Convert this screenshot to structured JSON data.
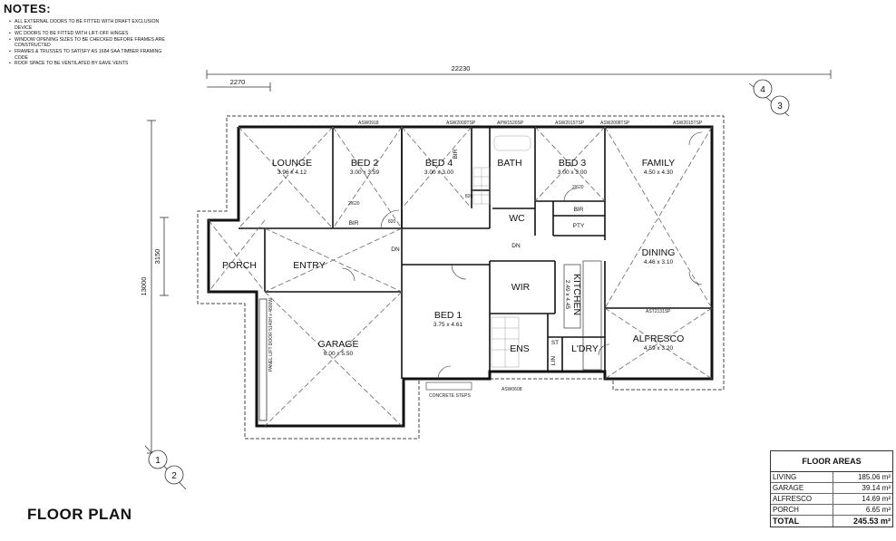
{
  "notes": {
    "title": "NOTES:",
    "items": [
      "ALL EXTERNAL DOORS TO BE FITTED WITH DRAFT EXCLUSION DEVICE",
      "WC DOORS TO BE FITTED WITH LIFT-OFF HINGES",
      "WINDOW OPENING SIZES TO BE CHECKED BEFORE FRAMES ARE CONSTRUCTED",
      "FRAMES & TRUSSES TO SATISFY AS 1684 SAA TIMBER FRAMING CODE",
      "ROOF SPACE TO BE VENTILATED BY EAVE VENTS"
    ]
  },
  "dimensions": {
    "overall_width": "22230",
    "porch_width": "2270",
    "overall_depth": "13000",
    "porch_depth": "3150"
  },
  "rooms": {
    "lounge": {
      "name": "LOUNGE",
      "size": "3.96 x 4.12"
    },
    "bed2": {
      "name": "BED 2",
      "size": "3.00 x 3.59"
    },
    "bed4": {
      "name": "BED 4",
      "size": "3.00 x 3.00"
    },
    "bath": {
      "name": "BATH"
    },
    "bed3": {
      "name": "BED 3",
      "size": "3.00 x 3.00"
    },
    "family": {
      "name": "FAMILY",
      "size": "4.50 x 4.30"
    },
    "dining": {
      "name": "DINING",
      "size": "4.46 x 3.10"
    },
    "alfresco": {
      "name": "ALFRESCO",
      "size": "4.59 x 3.20"
    },
    "bed1": {
      "name": "BED 1",
      "size": "3.75 x 4.61"
    },
    "garage": {
      "name": "GARAGE",
      "size": "6.00 x 5.50"
    },
    "porch": {
      "name": "PORCH"
    },
    "entry": {
      "name": "ENTRY"
    },
    "wir": {
      "name": "WIR"
    },
    "kitchen": {
      "name": "KITCHEN",
      "size": "2.49 x 4.45"
    },
    "ens": {
      "name": "ENS"
    },
    "ldry": {
      "name": "L'DRY"
    },
    "wc": {
      "name": "WC"
    },
    "bir_bed2": {
      "name": "BIR"
    },
    "bir_bed3": {
      "name": "BIR"
    },
    "pty": {
      "name": "PTY"
    },
    "bir_bed4": {
      "name": "BIR"
    },
    "lin": {
      "name": "LIN"
    },
    "st": {
      "name": "ST"
    }
  },
  "annotations": {
    "dn1": "DN",
    "dn2": "DN",
    "concrete_steps": "CONCRETE STEPS",
    "garage_door": "PANEL LIFT DOOR 5140H x 4800W",
    "window_lounge": "ASW0918",
    "window_bed4": "ASW2009TSP",
    "window_bath": "APW1520SP",
    "window_bed3": "ASW2015TSP",
    "window_bed3b": "ASW2008TSP",
    "window_family": "ASW2015TSP",
    "window_alfresco": "AST2131SP",
    "window_bed1": "ASW0608",
    "door_820a": "820",
    "door_820b": "820",
    "door_2620a": "2/620",
    "door_2620b": "2/620"
  },
  "section_markers": {
    "top_right": [
      "4",
      "3"
    ],
    "bottom_left": [
      "1",
      "2"
    ]
  },
  "plan_title": "FLOOR PLAN",
  "floor_areas": {
    "title": "FLOOR AREAS",
    "rows": [
      {
        "label": "LIVING",
        "value": "185.06 m²"
      },
      {
        "label": "GARAGE",
        "value": "39.14 m²"
      },
      {
        "label": "ALFRESCO",
        "value": "14.69 m²"
      },
      {
        "label": "PORCH",
        "value": "6.65 m²"
      }
    ],
    "total": {
      "label": "TOTAL",
      "value": "245.53 m²"
    }
  }
}
